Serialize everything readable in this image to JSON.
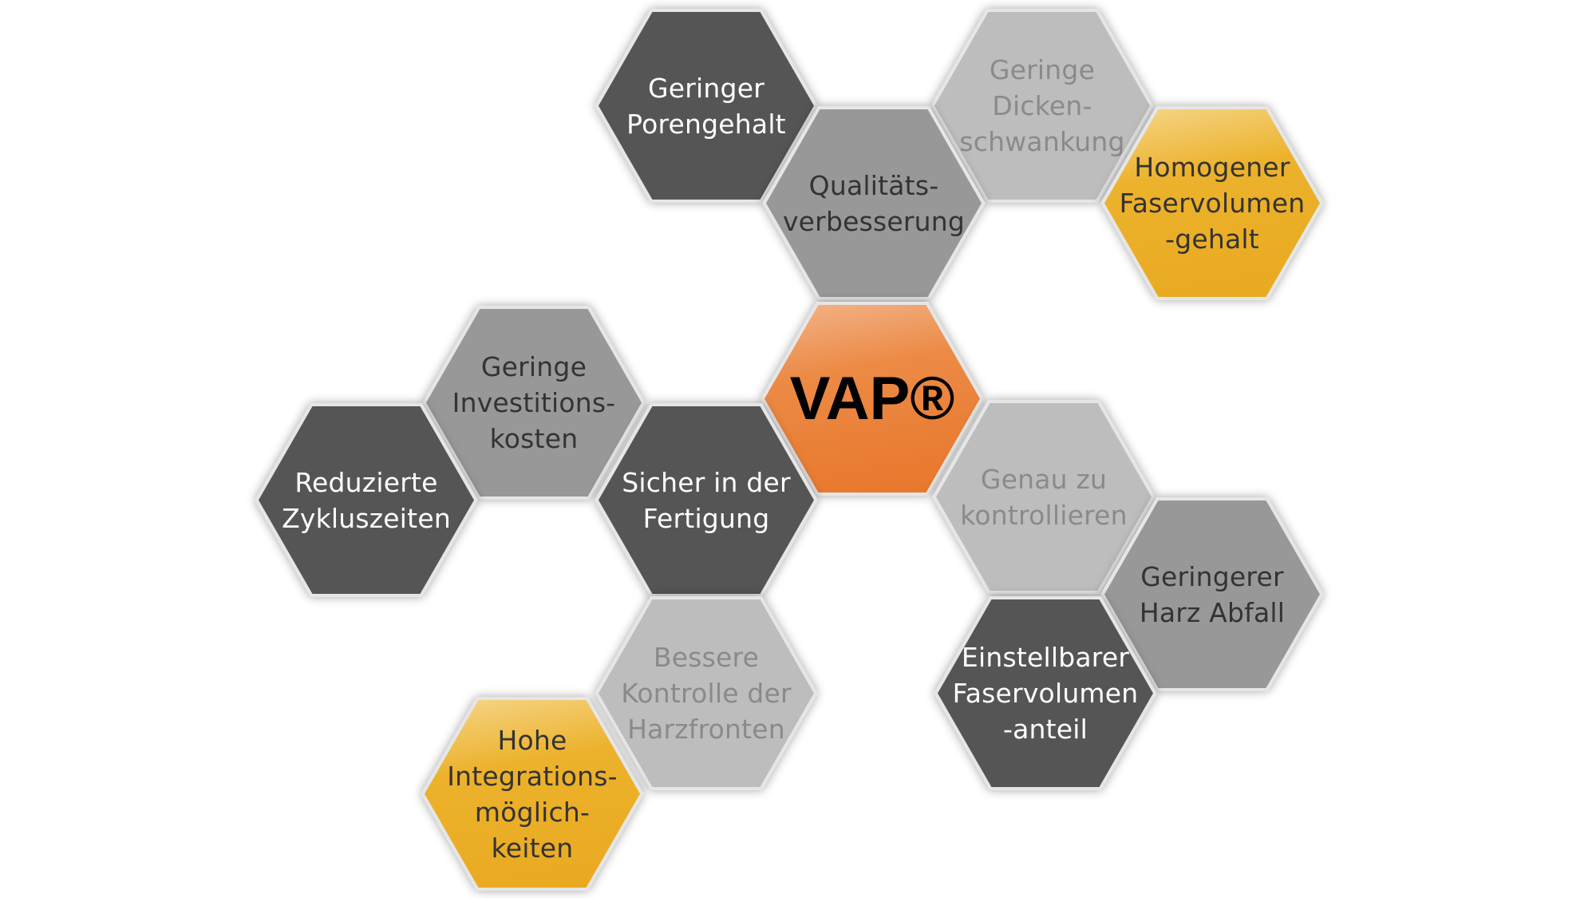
{
  "center": {
    "label": "VAP®"
  },
  "colors": {
    "dark": "#555555",
    "mid": "#979897",
    "light": "#bdbdbd",
    "yellow": "#e9a91f",
    "orange": "#e8762a"
  },
  "hexes": [
    {
      "label": "Geringer\nPorengehalt",
      "tone": "dark"
    },
    {
      "label": "Qualitäts-\nverbesserung",
      "tone": "mid"
    },
    {
      "label": "Geringe\nDicken-\nschwankung",
      "tone": "light"
    },
    {
      "label": "Homogener\nFaservolumen\n-gehalt",
      "tone": "yellow"
    },
    {
      "label": "Geringe\nInvestitions-\nkosten",
      "tone": "mid"
    },
    {
      "label": "Reduzierte\nZykluszeiten",
      "tone": "dark"
    },
    {
      "label": "Sicher in der\nFertigung",
      "tone": "dark"
    },
    {
      "label": "Genau zu\nkontrollieren",
      "tone": "light"
    },
    {
      "label": "Geringerer\nHarz Abfall",
      "tone": "mid"
    },
    {
      "label": "Einstellbarer\nFaservolumen\n-anteil",
      "tone": "dark"
    },
    {
      "label": "Bessere\nKontrolle der\nHarzfronten",
      "tone": "light"
    },
    {
      "label": "Hohe\nIntegrations-\nmöglich-\nkeiten",
      "tone": "yellow"
    }
  ]
}
